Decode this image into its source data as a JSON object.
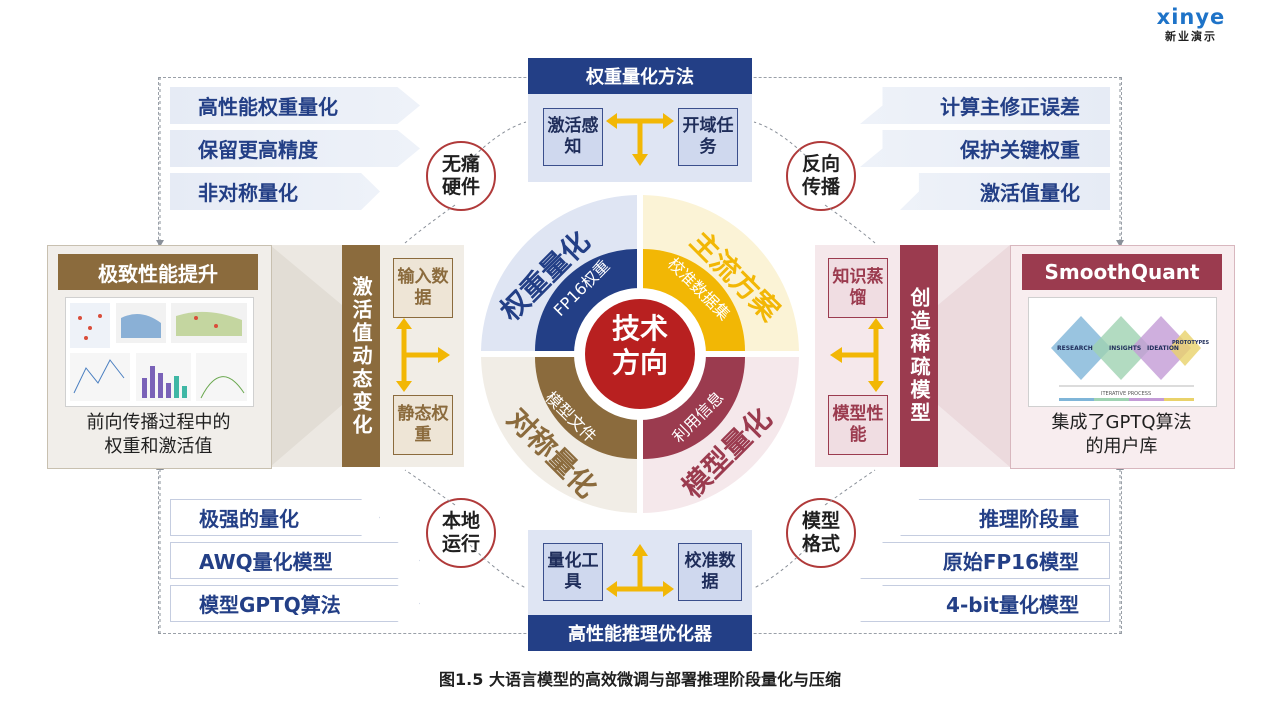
{
  "logo": {
    "brand": "xinye",
    "sub": "新业演示"
  },
  "caption": "图1.5 大语言模型的高效微调与部署推理阶段量化与压缩",
  "top_block": {
    "title": "权重量化方法",
    "left": "激活感知",
    "right": "开域任务"
  },
  "bottom_block": {
    "title": "高性能推理优化器",
    "left": "量化工具",
    "right": "校准数据"
  },
  "left_block": {
    "vertical": "激活值动态变化",
    "top": "输入数据",
    "bottom": "静态权重"
  },
  "right_block": {
    "vertical": "创造稀疏模型",
    "top": "知识蒸馏",
    "bottom": "模型性能"
  },
  "center": {
    "core": "技术方向",
    "quadrants": [
      {
        "outer": "权重量化",
        "inner": "FP16权重"
      },
      {
        "outer": "主流方案",
        "inner": "校准数据集"
      },
      {
        "outer": "对称量化",
        "inner": "模型文件"
      },
      {
        "outer": "模型量化",
        "inner": "利用信息"
      }
    ]
  },
  "circles": {
    "top_left": "无痛硬件",
    "top_right": "反向传播",
    "bottom_left": "本地运行",
    "bottom_right": "模型格式"
  },
  "tags_top_left": [
    "高性能权重量化",
    "保留更高精度",
    "非对称量化"
  ],
  "tags_top_right": [
    "计算主修正误差",
    "保护关键权重",
    "激活值量化"
  ],
  "tags_bottom_left": [
    "极强的量化",
    "AWQ量化模型",
    "模型GPTQ算法"
  ],
  "tags_bottom_right": [
    "推理阶段量",
    "原始FP16模型",
    "4-bit量化模型"
  ],
  "left_card": {
    "title": "极致性能提升",
    "text1": "前向传播过程中的",
    "text2": "权重和激活值"
  },
  "right_card": {
    "title": "SmoothQuant",
    "text1": "集成了GPTQ算法",
    "text2": "的用户库",
    "diagram_labels": [
      "RESEARCH",
      "INSIGHTS",
      "IDEATION",
      "PROTOTYPES",
      "ITERATIVE PROCESS"
    ]
  },
  "colors": {
    "navy": "#233f86",
    "gold": "#f2b705",
    "brown": "#8b6b3d",
    "maroon": "#9b3b4f",
    "lightblue": "#dfe5f3"
  }
}
